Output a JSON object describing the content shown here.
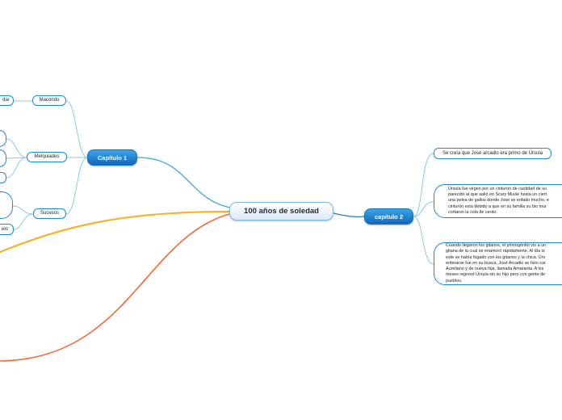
{
  "diagram": {
    "central": {
      "label": "100 años de soledad"
    },
    "chapter1": {
      "label": "Capítulo 1",
      "children": [
        {
          "label": "Macondo"
        },
        {
          "label": "Melquiades"
        },
        {
          "label": "Sucesos"
        }
      ],
      "cut_labels": [
        "dia",
        "elo"
      ]
    },
    "chapter2": {
      "label": "capítulo 2",
      "notes": [
        {
          "text": "Se creía que José arcadio era primo de Úrsula"
        },
        {
          "text": "Úrsula fue virgen por un cinturón de castidad de su\nparecido al que salió en Scary Muvie hasta un ciert\nuna pelea de gallos donde José se enfado mucho. e\ncinturón esta debido a que en su familia su bio mur\ncortaron la cola de cerdo."
        },
        {
          "text": "Cuando llegaron los gitanos, el primogénito vio a un\ngitana de la cual se enamoró rápidamente. Al día si\neste se había fugado con los gitanos y la chica. Úrs\nenterarse fue en su busca, José Arcadio se hizo car\nAureliano y de nueva hija, llamada Amaranta. A los\nmeses regresó Úrsula sin su hijo pero con gente de\npueblos."
        }
      ]
    },
    "connector_colors": {
      "blue": "#3aa9dc",
      "yellow": "#f5b32a",
      "orange": "#f26a3a",
      "node_border": "#1e8ad6"
    }
  }
}
